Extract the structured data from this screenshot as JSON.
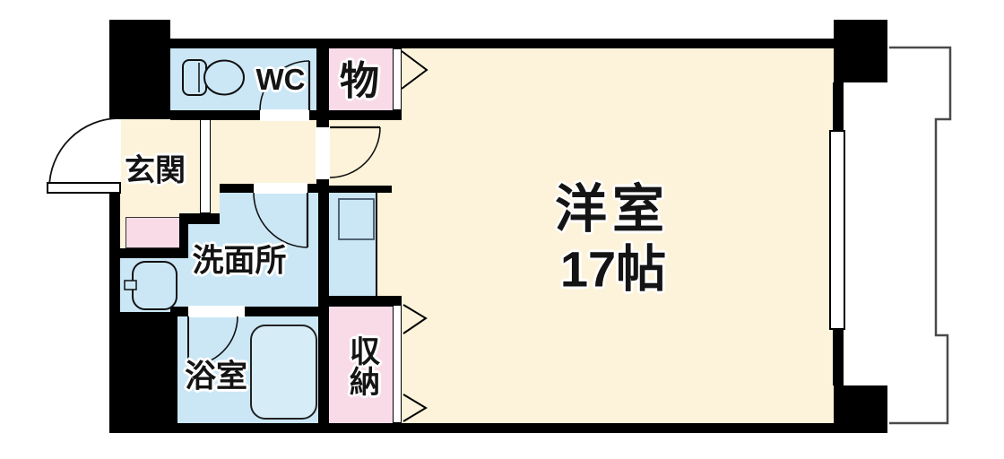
{
  "floorplan": {
    "rooms": {
      "genkan": {
        "label": "玄関"
      },
      "wc": {
        "label": "WC"
      },
      "storage_top": {
        "label": "物"
      },
      "washroom": {
        "label": "洗面所"
      },
      "bathroom": {
        "label": "浴室"
      },
      "closet": {
        "label": "収納"
      },
      "main_room": {
        "label": "洋室",
        "size_label": "17帖"
      }
    },
    "colors": {
      "wall": "#000000",
      "room_cream": "#FCF3DA",
      "room_blue": "#CBE7F6",
      "room_pink": "#F9DBE8",
      "balcony_line": "#4a4a4a"
    },
    "fixtures": [
      "toilet",
      "washbasin",
      "bathtub",
      "washing-machine-pan",
      "entrance-door",
      "window",
      "balcony",
      "folding-door-marks"
    ]
  }
}
